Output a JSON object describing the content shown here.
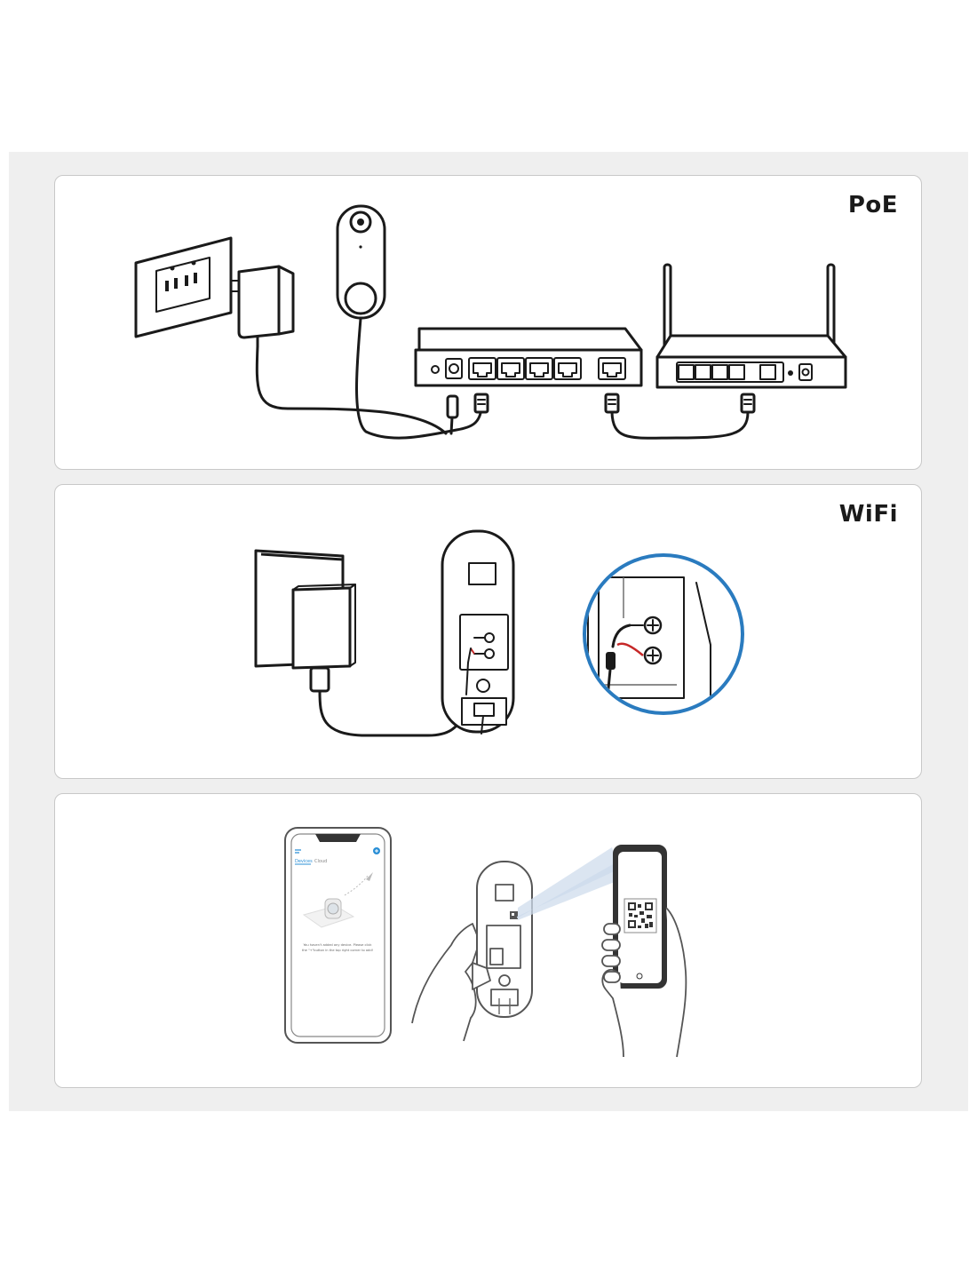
{
  "panels": {
    "poe": {
      "label": "PoE"
    },
    "wifi": {
      "label": "WiFi"
    },
    "app": {
      "phone_tabs": [
        "Devices",
        "Cloud"
      ],
      "empty_line1": "You haven't added any device. Please click",
      "empty_line2": "the \"+\"button in the top right corner to add!"
    }
  },
  "colors": {
    "background": "#efefef",
    "panel": "#ffffff",
    "line": "#1a1a1a",
    "callout_ring": "#2a7bbf",
    "red_wire": "#c62828",
    "app_accent": "#2a8fd6",
    "scan_beam": "#cfdcec"
  },
  "icons": [
    "wall-outlet-icon",
    "power-adapter-icon",
    "doorbell-icon",
    "poe-switch-icon",
    "router-icon",
    "phone-icon",
    "qr-code-icon",
    "hand-icon"
  ]
}
